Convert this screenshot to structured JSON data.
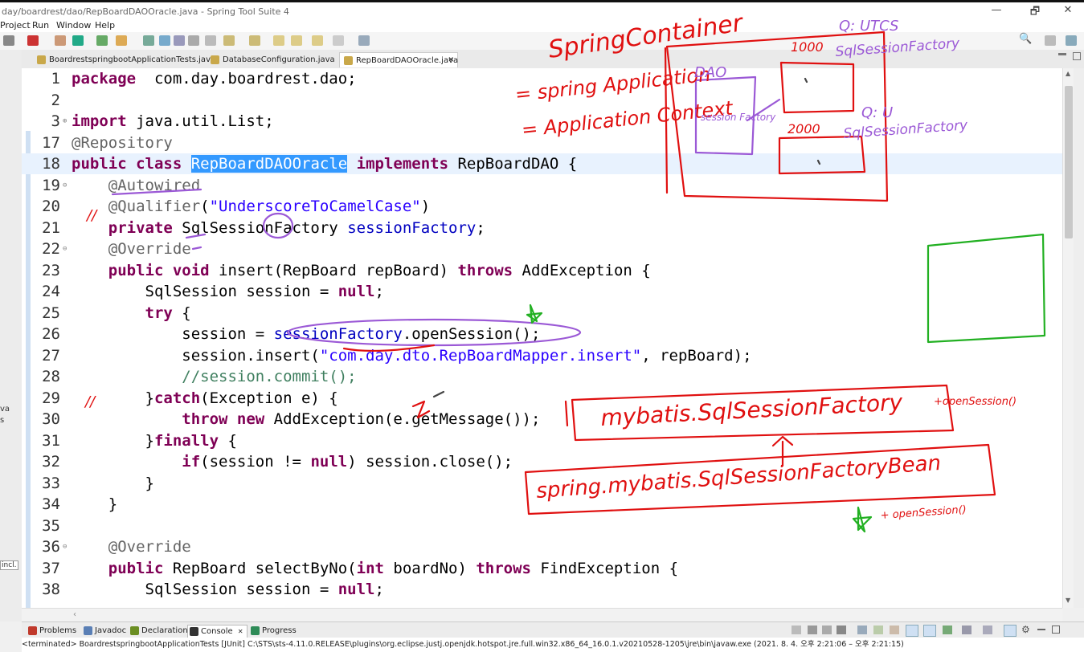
{
  "window": {
    "title": "day/boardrest/dao/RepBoardDAOOracle.java - Spring Tool Suite 4",
    "minimize_glyph": "—",
    "maximize_glyph": "🗗",
    "close_glyph": "✕"
  },
  "menu": {
    "items": [
      "Project",
      "Run",
      "Window",
      "Help"
    ]
  },
  "editor_tabs": [
    {
      "label": "BoardrestspringbootApplicationTests.java",
      "active": false
    },
    {
      "label": "DatabaseConfiguration.java",
      "active": false
    },
    {
      "label": "RepBoardDAOOracle.java",
      "active": true,
      "close": "✕"
    }
  ],
  "code_lines": [
    {
      "no": "1",
      "fold": "",
      "html_parts": [
        [
          "kw",
          "package"
        ],
        [
          "",
          "  com.day.boardrest.dao;"
        ]
      ]
    },
    {
      "no": "2",
      "fold": "",
      "html_parts": []
    },
    {
      "no": "3",
      "fold": "⊕",
      "html_parts": [
        [
          "kw",
          "import"
        ],
        [
          "",
          " java.util.List;"
        ]
      ]
    },
    {
      "no": "17",
      "fold": "",
      "html_parts": [
        [
          "an",
          "@Repository"
        ]
      ]
    },
    {
      "no": "18",
      "fold": "",
      "hl": true,
      "html_parts": [
        [
          "kw",
          "public class"
        ],
        [
          "",
          " "
        ],
        [
          "sel",
          "RepBoardDAOOracle"
        ],
        [
          "",
          " "
        ],
        [
          "kw",
          "implements"
        ],
        [
          "",
          " RepBoardDAO {"
        ]
      ]
    },
    {
      "no": "19",
      "fold": "⊖",
      "html_parts": [
        [
          "",
          "    "
        ],
        [
          "an",
          "@Autowired"
        ]
      ]
    },
    {
      "no": "20",
      "fold": "",
      "html_parts": [
        [
          "",
          "    "
        ],
        [
          "an",
          "@Qualifier"
        ],
        [
          "",
          "("
        ],
        [
          "str",
          "\"UnderscoreToCamelCase\""
        ],
        [
          "",
          ")"
        ]
      ]
    },
    {
      "no": "21",
      "fold": "",
      "html_parts": [
        [
          "",
          "    "
        ],
        [
          "kw",
          "private"
        ],
        [
          "",
          " SqlSessionFactory "
        ],
        [
          "fld",
          "sessionFactory"
        ],
        [
          "",
          ";"
        ]
      ]
    },
    {
      "no": "22",
      "fold": "⊖",
      "html_parts": [
        [
          "",
          "    "
        ],
        [
          "an",
          "@Override"
        ]
      ]
    },
    {
      "no": "23",
      "fold": "",
      "html_parts": [
        [
          "",
          "    "
        ],
        [
          "kw",
          "public void"
        ],
        [
          "",
          " insert(RepBoard "
        ],
        [
          "",
          "repBoard) "
        ],
        [
          "kw",
          "throws"
        ],
        [
          "",
          " AddException {"
        ]
      ]
    },
    {
      "no": "24",
      "fold": "",
      "html_parts": [
        [
          "",
          "        SqlSession session = "
        ],
        [
          "kw",
          "null"
        ],
        [
          "",
          ";"
        ]
      ]
    },
    {
      "no": "25",
      "fold": "",
      "html_parts": [
        [
          "",
          "        "
        ],
        [
          "kw",
          "try"
        ],
        [
          "",
          " {"
        ]
      ]
    },
    {
      "no": "26",
      "fold": "",
      "html_parts": [
        [
          "",
          "            session = "
        ],
        [
          "fld",
          "sessionFactory"
        ],
        [
          "",
          ".openSession();"
        ]
      ]
    },
    {
      "no": "27",
      "fold": "",
      "html_parts": [
        [
          "",
          "            session.insert("
        ],
        [
          "str",
          "\"com.day.dto.RepBoardMapper.insert\""
        ],
        [
          "",
          ", repBoard);"
        ]
      ]
    },
    {
      "no": "28",
      "fold": "",
      "html_parts": [
        [
          "",
          "            "
        ],
        [
          "cm",
          "//session.commit();"
        ]
      ]
    },
    {
      "no": "29",
      "fold": "",
      "html_parts": [
        [
          "",
          "        }"
        ],
        [
          "kw",
          "catch"
        ],
        [
          "",
          "(Exception e) {"
        ]
      ]
    },
    {
      "no": "30",
      "fold": "",
      "html_parts": [
        [
          "",
          "            "
        ],
        [
          "kw",
          "throw new"
        ],
        [
          "",
          " AddException(e.getMessage());"
        ]
      ]
    },
    {
      "no": "31",
      "fold": "",
      "html_parts": [
        [
          "",
          "        }"
        ],
        [
          "kw",
          "finally"
        ],
        [
          "",
          " {"
        ]
      ]
    },
    {
      "no": "32",
      "fold": "",
      "html_parts": [
        [
          "",
          "            "
        ],
        [
          "kw",
          "if"
        ],
        [
          "",
          "(session != "
        ],
        [
          "kw",
          "null"
        ],
        [
          "",
          ") session.close();"
        ]
      ]
    },
    {
      "no": "33",
      "fold": "",
      "html_parts": [
        [
          "",
          "        }"
        ]
      ]
    },
    {
      "no": "34",
      "fold": "",
      "html_parts": [
        [
          "",
          "    }"
        ]
      ]
    },
    {
      "no": "35",
      "fold": "",
      "html_parts": []
    },
    {
      "no": "36",
      "fold": "⊖",
      "html_parts": [
        [
          "",
          "    "
        ],
        [
          "an",
          "@Override"
        ]
      ]
    },
    {
      "no": "37",
      "fold": "",
      "html_parts": [
        [
          "",
          "    "
        ],
        [
          "kw",
          "public"
        ],
        [
          "",
          " RepBoard selectByNo("
        ],
        [
          "kw",
          "int"
        ],
        [
          "",
          " boardNo) "
        ],
        [
          "kw",
          "throws"
        ],
        [
          "",
          " FindException {"
        ]
      ]
    },
    {
      "no": "38",
      "fold": "",
      "html_parts": [
        [
          "",
          "        SqlSession session = "
        ],
        [
          "kw",
          "null"
        ],
        [
          "",
          ";"
        ]
      ]
    }
  ],
  "bottom_tabs": [
    {
      "label": "Problems",
      "color": "#c0392b",
      "active": false
    },
    {
      "label": "Javadoc",
      "color": "#5a7fb5",
      "active": false
    },
    {
      "label": "Declaration",
      "color": "#6b8e23",
      "active": false
    },
    {
      "label": "Console",
      "color": "#333333",
      "active": true,
      "close": "✕"
    },
    {
      "label": "Progress",
      "color": "#2e8b57",
      "active": false
    }
  ],
  "console_status": "<terminated> BoardrestspringbootApplicationTests [JUnit] C:\\STS\\sts-4.11.0.RELEASE\\plugins\\org.eclipse.justj.openjdk.hotspot.jre.full.win32.x86_64_16.0.1.v20210528-1205\\jre\\bin\\javaw.exe  (2021. 8. 4. 오후 2:21:06 – 오후 2:21:15)",
  "left_pane_fragments": [
    "va",
    "s",
    "incl."
  ],
  "handwriting": {
    "spring_container": "SpringContainer",
    "spring_application": "= spring Application",
    "application_context": "= Application Context",
    "dao": "DAO",
    "session_factory": "session Factory",
    "q_utcs": "Q: UTCS",
    "sqlsessionfactory_1": "SqlSessionFactory",
    "num_1000": "1000",
    "q_u": "Q: U",
    "sqlsessionfactory_2": "SqlSessionFactory",
    "num_2000": "2000",
    "mybatis_factory": "mybatis.SqlSessionFactory",
    "open_session_1": "+openSession()",
    "spring_mybatis_bean": "spring.mybatis.SqlSessionFactoryBean",
    "open_session_2": "+ openSession()",
    "slashes_1": "//",
    "slashes_2": "//"
  },
  "colors": {
    "ink_red": "#e01010",
    "ink_purple": "#9b59d6",
    "ink_green": "#22b022",
    "selection": "#3399ff",
    "keyword": "#7f0055",
    "string": "#2a00ff"
  }
}
